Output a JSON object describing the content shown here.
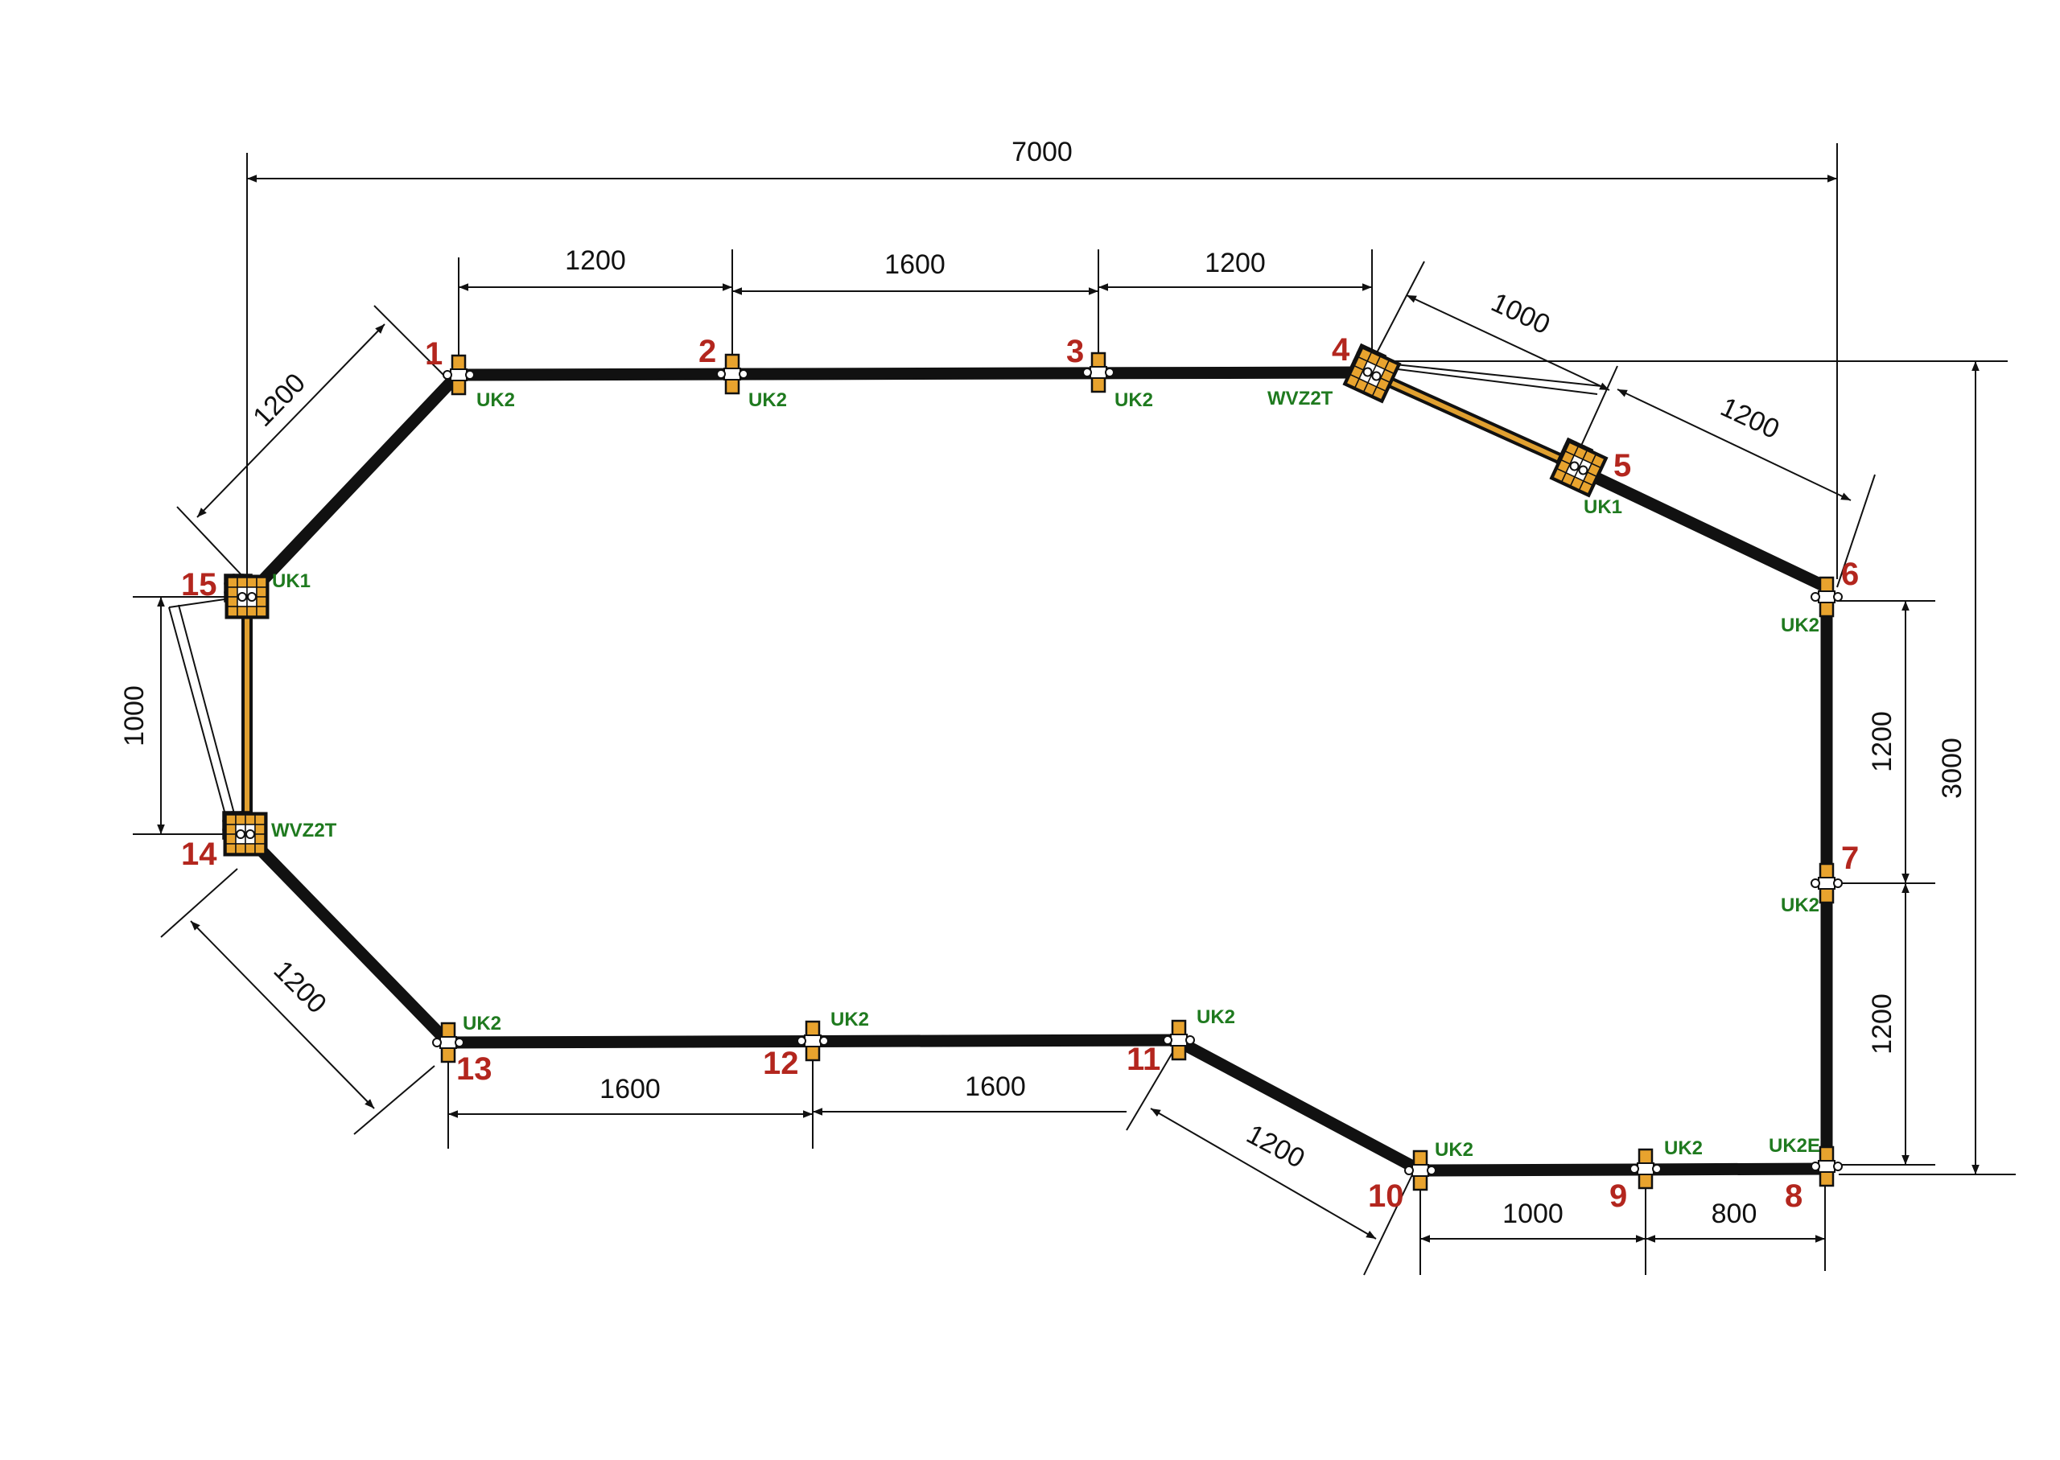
{
  "colors": {
    "wall": "#111111",
    "flexible": "#e0a030",
    "connector": "#e8a32e",
    "node_number": "#b3261e",
    "connector_type": "#1f7a1f",
    "dimension": "#111111"
  },
  "nodes": [
    {
      "id": "1",
      "type": "UK2"
    },
    {
      "id": "2",
      "type": "UK2"
    },
    {
      "id": "3",
      "type": "UK2"
    },
    {
      "id": "4",
      "type": "WVZ2T"
    },
    {
      "id": "5",
      "type": "UK1"
    },
    {
      "id": "6",
      "type": "UK2"
    },
    {
      "id": "7",
      "type": "UK2"
    },
    {
      "id": "8",
      "type": "UK2E"
    },
    {
      "id": "9",
      "type": "UK2"
    },
    {
      "id": "10",
      "type": "UK2"
    },
    {
      "id": "11",
      "type": "UK2"
    },
    {
      "id": "12",
      "type": "UK2"
    },
    {
      "id": "13",
      "type": "UK2"
    },
    {
      "id": "14",
      "type": "WVZ2T"
    },
    {
      "id": "15",
      "type": "UK1"
    }
  ],
  "dimensions": {
    "overall_width": "7000",
    "overall_height": "3000",
    "top_1_2": "1200",
    "top_2_3": "1600",
    "top_3_4": "1200",
    "diag_4_5": "1000",
    "diag_5_6": "1200",
    "diag_15_1": "1200",
    "vert_15_14": "1000",
    "diag_14_13": "1200",
    "bot_13_12": "1600",
    "bot_12_11": "1600",
    "diag_11_10": "1200",
    "bot_10_9": "1000",
    "bot_9_8": "800",
    "vert_6_7": "1200",
    "vert_7_8": "1200"
  }
}
